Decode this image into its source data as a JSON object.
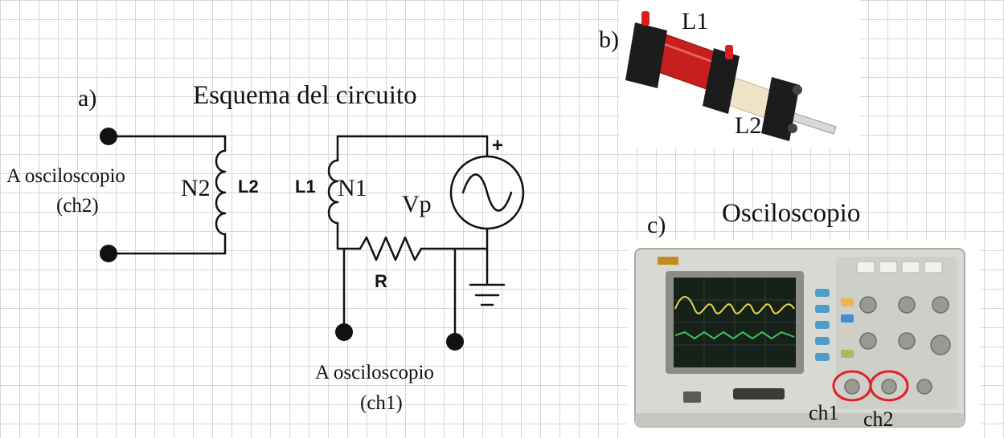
{
  "panel_a": {
    "letter": "a)",
    "title": "Esquema del circuito",
    "ch2_line1": "A osciloscopio",
    "ch2_line2": "(ch2)",
    "n2": "N2",
    "l2": "L2",
    "l1": "L1",
    "n1": "N1",
    "vp": "Vp",
    "plus": "+",
    "r": "R",
    "ch1_line1": "A osciloscopio",
    "ch1_line2": "(ch1)"
  },
  "panel_b": {
    "letter": "b)",
    "l1": "L1",
    "l2": "L2"
  },
  "panel_c": {
    "letter": "c)",
    "title": "Osciloscopio",
    "ch1": "ch1",
    "ch2": "ch2"
  },
  "colors": {
    "wire": "#111111",
    "coil_red": "#c81e1e",
    "highlight": "#e0202a",
    "screen_bg": "#16211a",
    "trace_yellow": "#e8d64a",
    "trace_green": "#3fbf5a"
  }
}
